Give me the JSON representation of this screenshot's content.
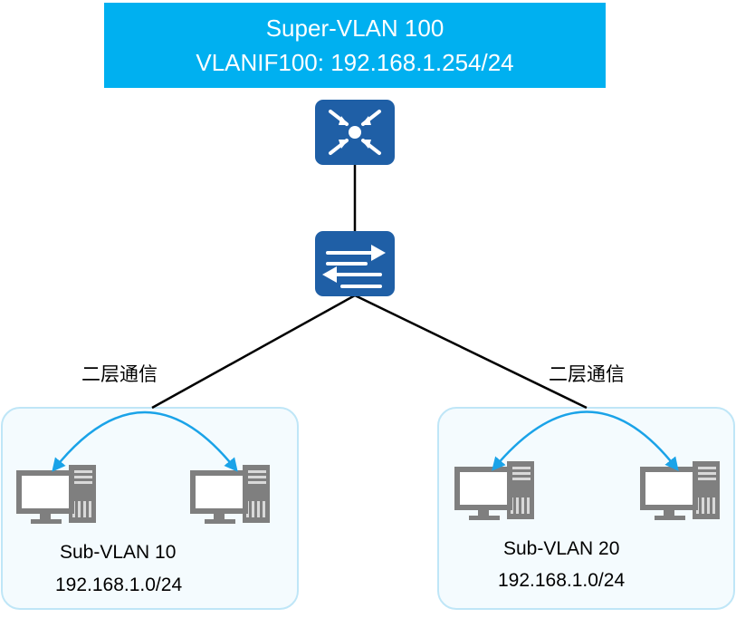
{
  "super_vlan": {
    "title": "Super-VLAN 100",
    "vlanif": "VLANIF100: 192.168.1.254/24"
  },
  "devices": {
    "router_icon": "router-icon",
    "switch_icon": "switch-icon",
    "pc_icon": "desktop-computer-icon"
  },
  "links": {
    "left_label": "二层通信",
    "right_label": "二层通信"
  },
  "sub_vlans": [
    {
      "name": "Sub-VLAN 10",
      "subnet": "192.168.1.0/24"
    },
    {
      "name": "Sub-VLAN 20",
      "subnet": "192.168.1.0/24"
    }
  ],
  "colors": {
    "header_bg": "#00b0f0",
    "device_blue": "#1f5fa6",
    "arrow_blue": "#1aa3e8",
    "group_border": "#bfe6f7",
    "group_fill": "#f4fbfe",
    "pc_gray": "#7f7f7f"
  }
}
